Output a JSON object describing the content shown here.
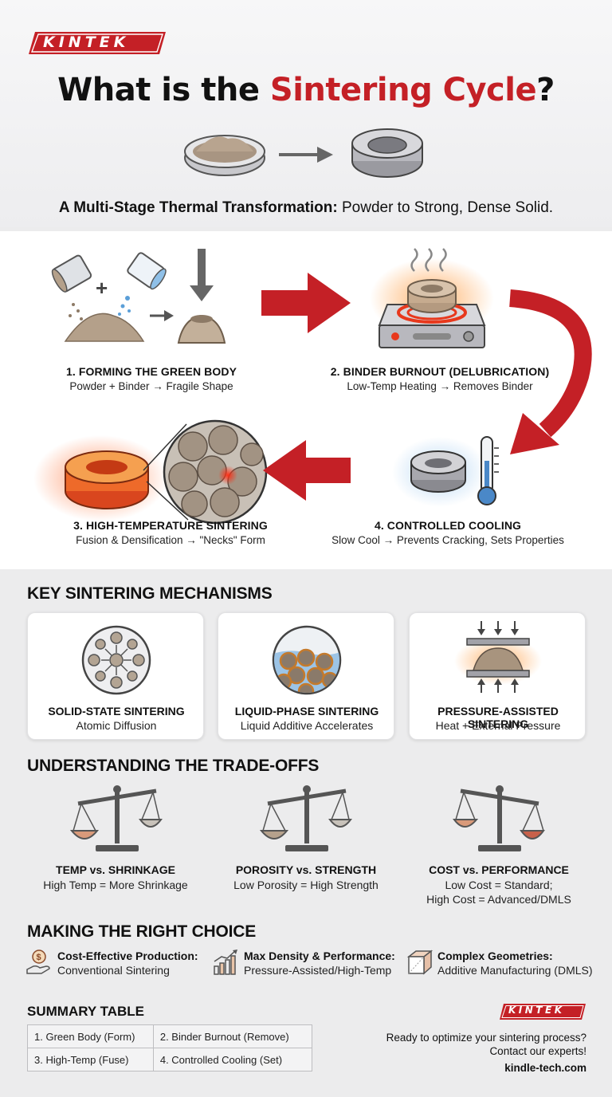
{
  "brand": {
    "logo_text": "KINTEK",
    "color": "#c42026"
  },
  "header": {
    "title_pre": "What is the ",
    "title_highlight": "Sintering Cycle",
    "title_post": "?",
    "subtitle_bold": "A Multi-Stage Thermal Transformation:",
    "subtitle_rest": " Powder to Strong, Dense Solid."
  },
  "stages": [
    {
      "title": "1. FORMING THE GREEN BODY",
      "desc": "Powder + Binder → Fragile Shape",
      "icon": "powder-binder-press-icon"
    },
    {
      "title": "2. BINDER BURNOUT (DELUBRICATION)",
      "desc": "Low-Temp Heating → Removes Binder",
      "icon": "hot-plate-icon"
    },
    {
      "title": "3. HIGH-TEMPERATURE SINTERING",
      "desc": "Fusion & Densification → \"Necks\" Form",
      "icon": "glowing-ring-particles-icon"
    },
    {
      "title": "4. CONTROLLED COOLING",
      "desc": "Slow Cool → Prevents Cracking, Sets Properties",
      "icon": "ring-thermometer-icon"
    }
  ],
  "mechanisms": {
    "title": "KEY SINTERING MECHANISMS",
    "items": [
      {
        "title": "SOLID-STATE SINTERING",
        "desc": "Atomic Diffusion",
        "icon": "atomic-diffusion-icon"
      },
      {
        "title": "LIQUID-PHASE SINTERING",
        "desc": "Liquid Additive Accelerates",
        "icon": "liquid-phase-icon"
      },
      {
        "title": "PRESSURE-ASSISTED SINTERING",
        "desc": "Heat + External Pressure",
        "icon": "press-icon"
      }
    ]
  },
  "tradeoffs": {
    "title": "UNDERSTANDING THE TRADE-OFFS",
    "items": [
      {
        "title": "TEMP vs. SHRINKAGE",
        "desc_1": "High Temp = More Shrinkage",
        "desc_2": "",
        "icon": "balance-scale-icon"
      },
      {
        "title": "POROSITY vs. STRENGTH",
        "desc_1": "Low Porosity = High Strength",
        "desc_2": "",
        "icon": "balance-scale-icon"
      },
      {
        "title": "COST vs. PERFORMANCE",
        "desc_1": "Low Cost = Standard;",
        "desc_2": "High Cost = Advanced/DMLS",
        "icon": "balance-scale-icon"
      }
    ]
  },
  "choice": {
    "title": "MAKING THE RIGHT CHOICE",
    "items": [
      {
        "title": "Cost-Effective Production:",
        "desc": "Conventional Sintering",
        "icon": "coin-hand-icon"
      },
      {
        "title": "Max Density & Performance:",
        "desc": "Pressure-Assisted/High-Temp",
        "icon": "bar-chart-icon"
      },
      {
        "title": "Complex Geometries:",
        "desc": "Additive Manufacturing (DMLS)",
        "icon": "cube-icon"
      }
    ]
  },
  "summary": {
    "title": "SUMMARY TABLE",
    "rows": [
      [
        "1. Green Body (Form)",
        "2. Binder Burnout (Remove)"
      ],
      [
        "3. High-Temp (Fuse)",
        "4. Controlled Cooling (Set)"
      ]
    ]
  },
  "footer": {
    "logo_text": "KINTEK",
    "cta_line1": "Ready to optimize your sintering process?",
    "cta_line2": "Contact our experts!",
    "website": "kindle-tech.com"
  }
}
